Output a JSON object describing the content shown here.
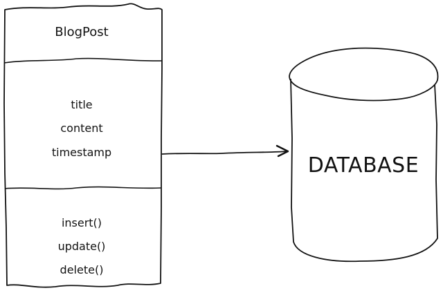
{
  "diagram": {
    "class_box": {
      "name": "BlogPost",
      "attributes": [
        "title",
        "content",
        "timestamp"
      ],
      "methods": [
        "insert()",
        "update()",
        "delete()"
      ]
    },
    "connector": {
      "type": "arrow",
      "from": "BlogPost",
      "to": "DATABASE"
    },
    "database": {
      "label": "DATABASE"
    },
    "colors": {
      "stroke": "#111111",
      "background": "#ffffff"
    }
  }
}
